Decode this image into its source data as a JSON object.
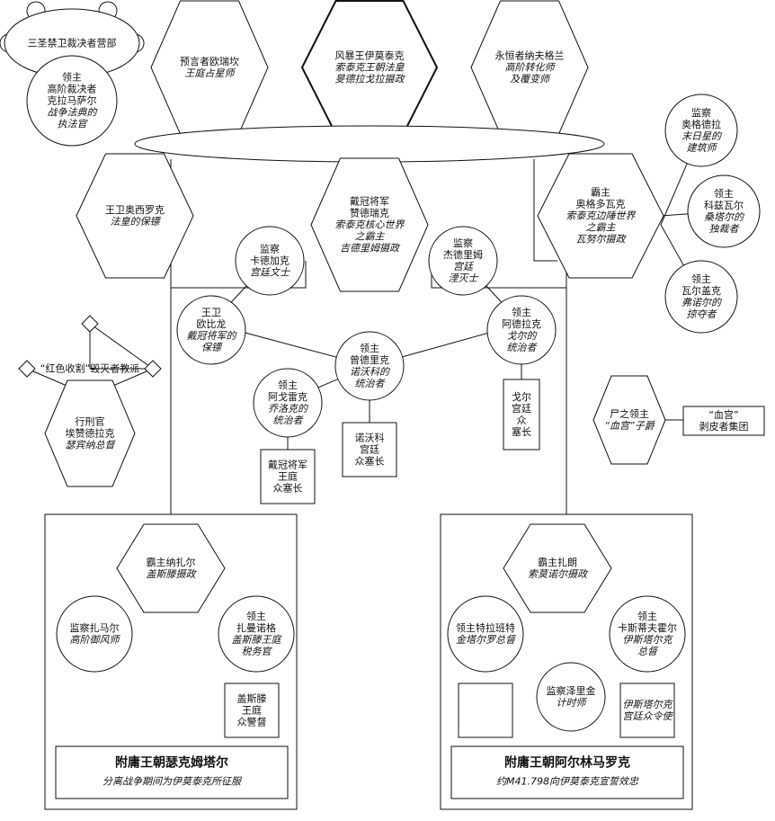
{
  "nodes": {
    "sanctum_tribunal": {
      "lines": [
        {
          "t": "三圣禁卫裁决者营部"
        }
      ]
    },
    "lord_kraltmasar": {
      "lines": [
        {
          "t": "领主"
        },
        {
          "t": "高阶裁决者"
        },
        {
          "t": "克拉马萨尔"
        },
        {
          "t": "战争法典的",
          "i": true
        },
        {
          "t": "执法官",
          "i": true
        }
      ]
    },
    "prophet_orikan": {
      "lines": [
        {
          "t": "预言者欧瑞坎"
        },
        {
          "t": "王庭占星师",
          "i": true
        }
      ]
    },
    "imotekh": {
      "lines": [
        {
          "t": "风暴王伊莫泰克"
        },
        {
          "t": "索泰克王朝法皇",
          "i": true
        },
        {
          "t": "旻德拉戈拉摄政",
          "i": true
        }
      ]
    },
    "nemesor_zahndrekh": {
      "lines": [
        {
          "t": "永恒者纳夫格兰"
        },
        {
          "t": "高阶转化师",
          "i": true
        },
        {
          "t": "及覆变师",
          "i": true
        }
      ]
    },
    "overseer_ogdobekh": {
      "lines": [
        {
          "t": "监察"
        },
        {
          "t": "奥格德拉"
        },
        {
          "t": "末日星的",
          "i": true
        },
        {
          "t": "建筑师",
          "i": true
        }
      ]
    },
    "lord_kozra": {
      "lines": [
        {
          "t": "领主"
        },
        {
          "t": "科兹瓦尔"
        },
        {
          "t": "桑塔尔的",
          "i": true
        },
        {
          "t": "独裁者",
          "i": true
        }
      ]
    },
    "lord_valgus": {
      "lines": [
        {
          "t": "领主"
        },
        {
          "t": "瓦尔盖克"
        },
        {
          "t": "弗诺尔的",
          "i": true
        },
        {
          "t": "掠夺者",
          "i": true
        }
      ]
    },
    "overlord_ogdovak": {
      "lines": [
        {
          "t": "霸主"
        },
        {
          "t": "奥格多瓦克"
        },
        {
          "t": "索泰克边陲世界",
          "i": true
        },
        {
          "t": "之霸主",
          "i": true
        },
        {
          "t": "瓦努尔摄政",
          "i": true
        }
      ]
    },
    "royal_warden_orsiroh": {
      "lines": [
        {
          "t": "王卫奥西罗克"
        },
        {
          "t": "法皇的保镖",
          "i": true
        }
      ]
    },
    "obyron_general": {
      "lines": [
        {
          "t": "戴冠将军"
        },
        {
          "t": "赞德瑞克"
        },
        {
          "t": "索泰克核心世界",
          "i": true
        },
        {
          "t": "之霸主",
          "i": true
        },
        {
          "t": "吉德里姆摄政",
          "i": true
        }
      ]
    },
    "overseer_kardogak": {
      "lines": [
        {
          "t": "监察"
        },
        {
          "t": "卡德加克"
        },
        {
          "t": "宫廷文士",
          "i": true
        }
      ]
    },
    "overseer_jethrim": {
      "lines": [
        {
          "t": "监察"
        },
        {
          "t": "杰德里姆"
        },
        {
          "t": "宫廷",
          "i": true
        },
        {
          "t": "湮灭士",
          "i": true
        }
      ]
    },
    "royal_warden_obyron": {
      "lines": [
        {
          "t": "王卫"
        },
        {
          "t": "欧比龙"
        },
        {
          "t": "戴冠将军的",
          "i": true
        },
        {
          "t": "保镖",
          "i": true
        }
      ]
    },
    "lord_adrak": {
      "lines": [
        {
          "t": "领主"
        },
        {
          "t": "阿德拉克"
        },
        {
          "t": "戈尔的",
          "i": true
        },
        {
          "t": "统治者",
          "i": true
        }
      ]
    },
    "lord_agrek": {
      "lines": [
        {
          "t": "领主"
        },
        {
          "t": "阿戈雷克"
        },
        {
          "t": "乔洛克的",
          "i": true
        },
        {
          "t": "统治者",
          "i": true
        }
      ]
    },
    "lord_zenrek": {
      "lines": [
        {
          "t": "领主"
        },
        {
          "t": "曾德里克"
        },
        {
          "t": "诺沃科的",
          "i": true
        },
        {
          "t": "统治者",
          "i": true
        }
      ]
    },
    "gor_court": {
      "lines": [
        {
          "t": "戈尔"
        },
        {
          "t": "宫廷"
        },
        {
          "t": "众"
        },
        {
          "t": "塞长"
        }
      ]
    },
    "obyron_court": {
      "lines": [
        {
          "t": "戴冠将军"
        },
        {
          "t": "王庭"
        },
        {
          "t": "众塞长"
        }
      ]
    },
    "novok_court": {
      "lines": [
        {
          "t": "诺沃科"
        },
        {
          "t": "宫廷"
        },
        {
          "t": "众塞长"
        }
      ]
    },
    "red_harvest": {
      "lines": [
        {
          "t": "“红色收割”毁灭者教派"
        }
      ]
    },
    "executioner": {
      "lines": [
        {
          "t": "行刑官"
        },
        {
          "t": "埃赞德拉克"
        },
        {
          "t": "瑟宾纳总督",
          "i": true
        }
      ]
    },
    "lord_of_corpses": {
      "lines": [
        {
          "t": "尸之领主"
        },
        {
          "t": "“血宫”子爵",
          "i": true
        }
      ]
    },
    "blood_palace": {
      "lines": [
        {
          "t": "“血宫”"
        },
        {
          "t": "剥皮者集团"
        }
      ]
    },
    "overlord_nazhar": {
      "lines": [
        {
          "t": "霸主纳扎尔"
        },
        {
          "t": "盖斯滕摄政",
          "i": true
        }
      ]
    },
    "overseer_zama": {
      "lines": [
        {
          "t": "监察扎马尔"
        },
        {
          "t": "高阶御风师",
          "i": true
        }
      ]
    },
    "lord_zamanog": {
      "lines": [
        {
          "t": "领主"
        },
        {
          "t": "扎曼诺格"
        },
        {
          "t": "盖斯滕王庭",
          "i": true
        },
        {
          "t": "税务官",
          "i": true
        }
      ]
    },
    "gestenn_court": {
      "lines": [
        {
          "t": "盖斯滕"
        },
        {
          "t": "王庭"
        },
        {
          "t": "众警督"
        }
      ]
    },
    "overlord_zakhon": {
      "lines": [
        {
          "t": "霸主扎朗"
        },
        {
          "t": "索莫诺尔摄政",
          "i": true
        }
      ]
    },
    "lord_tratrent": {
      "lines": [
        {
          "t": "领主特拉班特"
        },
        {
          "t": "金塔尔罗总督",
          "i": true
        }
      ]
    },
    "lord_kasfel": {
      "lines": [
        {
          "t": "领主"
        },
        {
          "t": "卡斯蒂夫霍尔"
        },
        {
          "t": "伊斯塔尔克",
          "i": true
        },
        {
          "t": "总督",
          "i": true
        }
      ]
    },
    "overseer_zerikin": {
      "lines": [
        {
          "t": "监察泽里金"
        },
        {
          "t": "计时师",
          "i": true
        }
      ]
    },
    "empty_box": {
      "lines": []
    },
    "istar_court": {
      "lines": [
        {
          "t": "伊斯塔尔克",
          "i": true
        },
        {
          "t": "宫廷众令使",
          "i": true
        }
      ]
    },
    "sekhemtar_title": {
      "lines": [
        {
          "t": "附庸王朝瑟克姆塔尔",
          "b": true
        },
        {
          "t": "分离战争期间为伊莫泰克所征服",
          "i": true
        }
      ]
    },
    "arlimarok_title": {
      "lines": [
        {
          "t": "附庸王朝阿尔林马罗克",
          "b": true
        },
        {
          "t": "约M41.798向伊莫泰克宣誓效忠",
          "i": true
        }
      ]
    }
  }
}
